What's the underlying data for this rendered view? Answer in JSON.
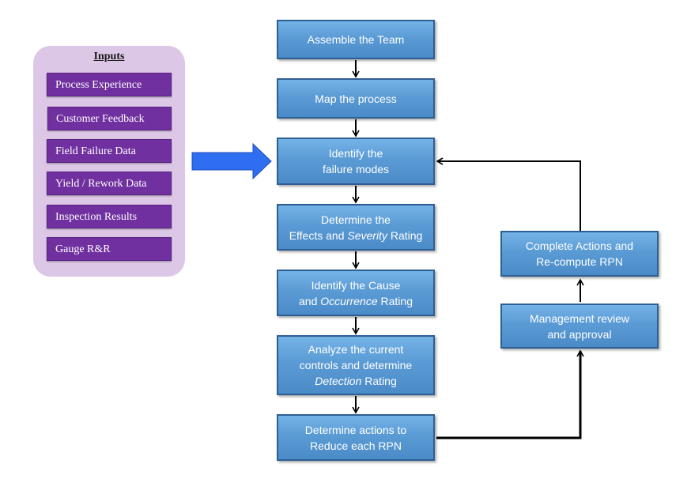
{
  "inputs": {
    "title": "Inputs",
    "items": [
      "Process Experience",
      "Customer Feedback",
      "Field Failure Data",
      "Yield / Rework Data",
      "Inspection Results",
      "Gauge R&R"
    ]
  },
  "flow": {
    "assemble_team": "Assemble the Team",
    "map_process": "Map the process",
    "identify_failure": {
      "line1": "Identify the",
      "line2": "failure modes"
    },
    "determine_effects": {
      "line1": "Determine the",
      "line2_a": "Effects and ",
      "line2_b": "Severity",
      "line2_c": " Rating"
    },
    "identify_cause": {
      "line1": "Identify the Cause",
      "line2_a": "and ",
      "line2_b": "Occurrence",
      "line2_c": " Rating"
    },
    "analyze_controls": {
      "line1": "Analyze the current",
      "line2": "controls and determine",
      "line3_a": "Detection",
      "line3_b": " Rating"
    },
    "determine_actions": {
      "line1": "Determine actions to",
      "line2": "Reduce each RPN"
    },
    "management_review": {
      "line1": "Management review",
      "line2": "and approval"
    },
    "complete_actions": {
      "line1": "Complete Actions and",
      "line2": "Re-compute RPN"
    }
  },
  "colors": {
    "box_fill": "#5b9bd5",
    "box_border": "#2e5f93",
    "input_fill": "#7030a0",
    "panel_fill": "#dcc8e6",
    "big_arrow": "#2f6ef0"
  }
}
